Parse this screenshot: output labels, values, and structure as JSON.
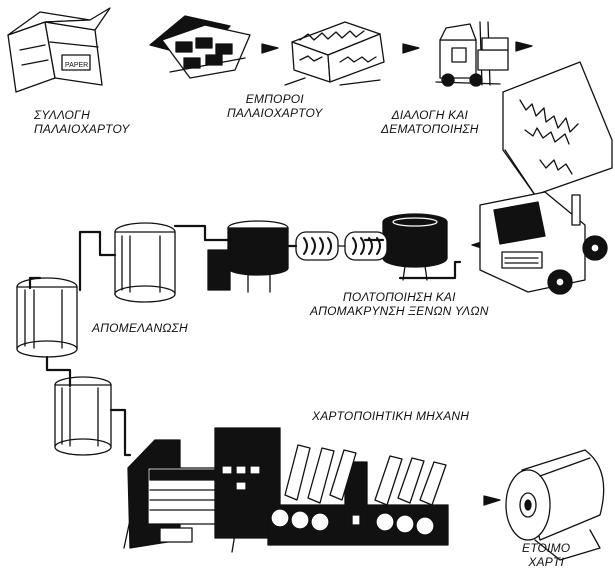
{
  "box_label": "PAPER",
  "stages": {
    "collection": [
      "ΣΥΛΛΟΓΗ",
      "ΠΑΛΑΙΟΧΑΡΤΟΥ"
    ],
    "dealers": [
      "ΕΜΠΟΡΟΙ",
      "ΠΑΛΑΙΟΧΑΡΤΟΥ"
    ],
    "sorting": [
      "ΔΙΑΛΟΓΗ ΚΑΙ",
      "ΔΕΜΑΤΟΠΟΙΗΣΗ"
    ],
    "pulping": [
      "ΠΟΛΤΟΠΟΙΗΣΗ ΚΑΙ",
      "ΑΠΟΜΑΚΡΥΝΣΗ ΞΕΝΩΝ ΥΛΩΝ"
    ],
    "deinking": [
      "ΑΠΟΜΕΛΑΝΩΣΗ"
    ],
    "paper_machine": [
      "ΧΑΡΤΟΠΟΙΗΤΙΚΗ ΜΗΧΑΝΗ"
    ],
    "finished_paper": [
      "ΕΤΟΙΜΟ",
      "ΧΑΡΤΙ"
    ]
  }
}
